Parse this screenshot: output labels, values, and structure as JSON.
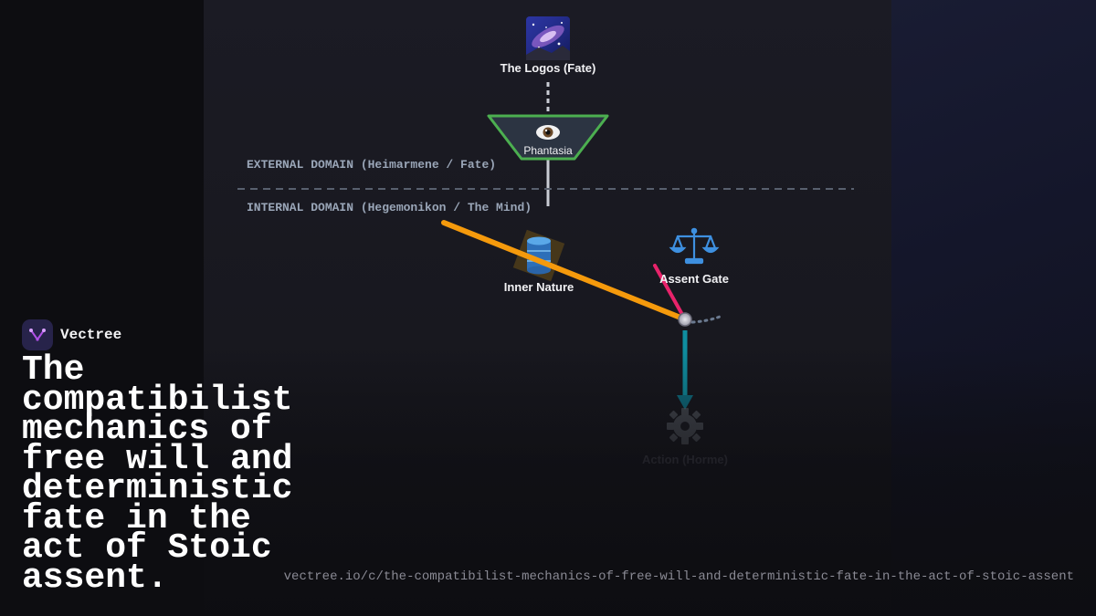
{
  "brand": {
    "name": "Vectree"
  },
  "headline": "The compatibilist mechanics of free will and deterministic fate in the act of Stoic assent.",
  "url": "vectree.io/c/the-compatibilist-mechanics-of-free-will-and-deterministic-fate-in-the-act-of-stoic-assent",
  "diagram": {
    "nodes": {
      "logos": {
        "label": "The Logos (Fate)",
        "icon": "galaxy-icon"
      },
      "phantasia": {
        "label": "Phantasia",
        "icon": "eye-icon"
      },
      "inner_nature": {
        "label": "Inner Nature",
        "icon": "cylinder-icon"
      },
      "assent_gate": {
        "label": "Assent Gate",
        "icon": "balance-scale-icon"
      },
      "action": {
        "label": "Action (Horme)",
        "icon": "gear-icon"
      }
    },
    "domains": {
      "external": "EXTERNAL DOMAIN (Heimarmene / Fate)",
      "internal": "INTERNAL DOMAIN (Hegemonikon / The Mind)"
    },
    "colors": {
      "lever": "#f59a0c",
      "assent_arm": "#e8236b",
      "action_shaft": "#0f8ea0",
      "phantasia_border": "#4caf50",
      "phantasia_fill": "#2c3442",
      "domain_divider": "#58606e",
      "brand_accent": "#b050e6"
    }
  }
}
